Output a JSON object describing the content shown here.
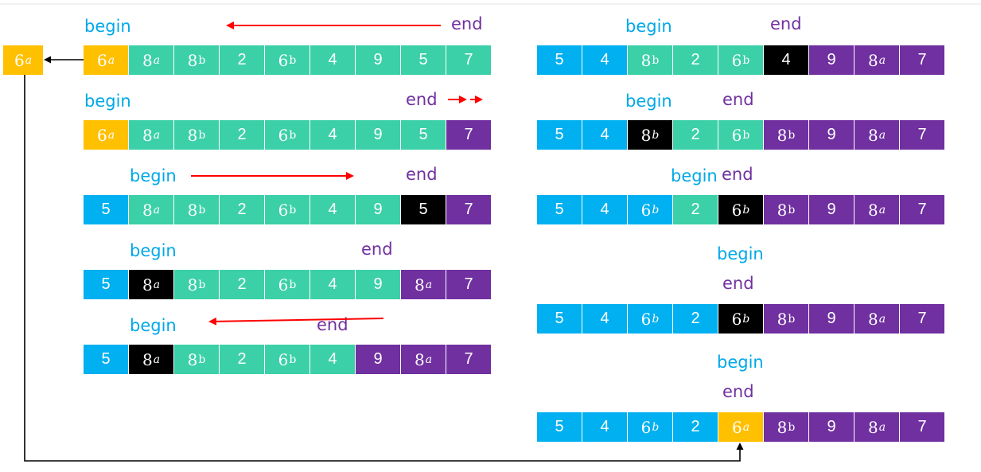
{
  "colors": {
    "cyan": "#00b0f0",
    "teal": "#3cd0a8",
    "purple": "#7030a0",
    "black": "#000000",
    "yellow": "#ffc000",
    "arrow_red": "#ff0000",
    "begin_text": "#00a8e8",
    "end_text": "#7030a0"
  },
  "pivot": {
    "n": "6",
    "s": "a"
  },
  "labels": {
    "begin": "begin",
    "end": "end"
  },
  "left_steps": [
    {
      "row": [
        {
          "n": "6",
          "s": "a",
          "c": "yellow"
        },
        {
          "n": "8",
          "s": "a",
          "c": "teal"
        },
        {
          "n": "8",
          "s": "b",
          "c": "teal"
        },
        {
          "n": "2",
          "s": "",
          "c": "teal"
        },
        {
          "n": "6",
          "s": "b",
          "c": "teal"
        },
        {
          "n": "4",
          "s": "",
          "c": "teal"
        },
        {
          "n": "9",
          "s": "",
          "c": "teal"
        },
        {
          "n": "5",
          "s": "",
          "c": "teal"
        },
        {
          "n": "7",
          "s": "",
          "c": "teal"
        }
      ]
    },
    {
      "row": [
        {
          "n": "6",
          "s": "a",
          "c": "yellow"
        },
        {
          "n": "8",
          "s": "a",
          "c": "teal"
        },
        {
          "n": "8",
          "s": "b",
          "c": "teal"
        },
        {
          "n": "2",
          "s": "",
          "c": "teal"
        },
        {
          "n": "6",
          "s": "b",
          "c": "teal"
        },
        {
          "n": "4",
          "s": "",
          "c": "teal"
        },
        {
          "n": "9",
          "s": "",
          "c": "teal"
        },
        {
          "n": "5",
          "s": "",
          "c": "teal"
        },
        {
          "n": "7",
          "s": "",
          "c": "purple"
        }
      ]
    },
    {
      "row": [
        {
          "n": "5",
          "s": "",
          "c": "cyan"
        },
        {
          "n": "8",
          "s": "a",
          "c": "teal"
        },
        {
          "n": "8",
          "s": "b",
          "c": "teal"
        },
        {
          "n": "2",
          "s": "",
          "c": "teal"
        },
        {
          "n": "6",
          "s": "b",
          "c": "teal"
        },
        {
          "n": "4",
          "s": "",
          "c": "teal"
        },
        {
          "n": "9",
          "s": "",
          "c": "teal"
        },
        {
          "n": "5",
          "s": "",
          "c": "black"
        },
        {
          "n": "7",
          "s": "",
          "c": "purple"
        }
      ]
    },
    {
      "row": [
        {
          "n": "5",
          "s": "",
          "c": "cyan"
        },
        {
          "n": "8",
          "s": "a",
          "c": "black"
        },
        {
          "n": "8",
          "s": "b",
          "c": "teal"
        },
        {
          "n": "2",
          "s": "",
          "c": "teal"
        },
        {
          "n": "6",
          "s": "b",
          "c": "teal"
        },
        {
          "n": "4",
          "s": "",
          "c": "teal"
        },
        {
          "n": "9",
          "s": "",
          "c": "teal"
        },
        {
          "n": "8",
          "s": "a",
          "c": "purple"
        },
        {
          "n": "7",
          "s": "",
          "c": "purple"
        }
      ]
    },
    {
      "row": [
        {
          "n": "5",
          "s": "",
          "c": "cyan"
        },
        {
          "n": "8",
          "s": "a",
          "c": "black"
        },
        {
          "n": "8",
          "s": "b",
          "c": "teal"
        },
        {
          "n": "2",
          "s": "",
          "c": "teal"
        },
        {
          "n": "6",
          "s": "b",
          "c": "teal"
        },
        {
          "n": "4",
          "s": "",
          "c": "teal"
        },
        {
          "n": "9",
          "s": "",
          "c": "purple"
        },
        {
          "n": "8",
          "s": "a",
          "c": "purple"
        },
        {
          "n": "7",
          "s": "",
          "c": "purple"
        }
      ]
    }
  ],
  "right_steps": [
    {
      "row": [
        {
          "n": "5",
          "s": "",
          "c": "cyan"
        },
        {
          "n": "4",
          "s": "",
          "c": "cyan"
        },
        {
          "n": "8",
          "s": "b",
          "c": "teal"
        },
        {
          "n": "2",
          "s": "",
          "c": "teal"
        },
        {
          "n": "6",
          "s": "b",
          "c": "teal"
        },
        {
          "n": "4",
          "s": "",
          "c": "black"
        },
        {
          "n": "9",
          "s": "",
          "c": "purple"
        },
        {
          "n": "8",
          "s": "a",
          "c": "purple"
        },
        {
          "n": "7",
          "s": "",
          "c": "purple"
        }
      ]
    },
    {
      "row": [
        {
          "n": "5",
          "s": "",
          "c": "cyan"
        },
        {
          "n": "4",
          "s": "",
          "c": "cyan"
        },
        {
          "n": "8",
          "s": "b",
          "c": "black"
        },
        {
          "n": "2",
          "s": "",
          "c": "teal"
        },
        {
          "n": "6",
          "s": "b",
          "c": "teal"
        },
        {
          "n": "8",
          "s": "b",
          "c": "purple"
        },
        {
          "n": "9",
          "s": "",
          "c": "purple"
        },
        {
          "n": "8",
          "s": "a",
          "c": "purple"
        },
        {
          "n": "7",
          "s": "",
          "c": "purple"
        }
      ]
    },
    {
      "row": [
        {
          "n": "5",
          "s": "",
          "c": "cyan"
        },
        {
          "n": "4",
          "s": "",
          "c": "cyan"
        },
        {
          "n": "6",
          "s": "b",
          "c": "cyan"
        },
        {
          "n": "2",
          "s": "",
          "c": "teal"
        },
        {
          "n": "6",
          "s": "b",
          "c": "black"
        },
        {
          "n": "8",
          "s": "b",
          "c": "purple"
        },
        {
          "n": "9",
          "s": "",
          "c": "purple"
        },
        {
          "n": "8",
          "s": "a",
          "c": "purple"
        },
        {
          "n": "7",
          "s": "",
          "c": "purple"
        }
      ]
    },
    {
      "row": [
        {
          "n": "5",
          "s": "",
          "c": "cyan"
        },
        {
          "n": "4",
          "s": "",
          "c": "cyan"
        },
        {
          "n": "6",
          "s": "b",
          "c": "cyan"
        },
        {
          "n": "2",
          "s": "",
          "c": "cyan"
        },
        {
          "n": "6",
          "s": "b",
          "c": "black"
        },
        {
          "n": "8",
          "s": "b",
          "c": "purple"
        },
        {
          "n": "9",
          "s": "",
          "c": "purple"
        },
        {
          "n": "8",
          "s": "a",
          "c": "purple"
        },
        {
          "n": "7",
          "s": "",
          "c": "purple"
        }
      ]
    },
    {
      "row": [
        {
          "n": "5",
          "s": "",
          "c": "cyan"
        },
        {
          "n": "4",
          "s": "",
          "c": "cyan"
        },
        {
          "n": "6",
          "s": "b",
          "c": "cyan"
        },
        {
          "n": "2",
          "s": "",
          "c": "cyan"
        },
        {
          "n": "6",
          "s": "a",
          "c": "yellow"
        },
        {
          "n": "8",
          "s": "b",
          "c": "purple"
        },
        {
          "n": "9",
          "s": "",
          "c": "purple"
        },
        {
          "n": "8",
          "s": "a",
          "c": "purple"
        },
        {
          "n": "7",
          "s": "",
          "c": "purple"
        }
      ]
    }
  ]
}
